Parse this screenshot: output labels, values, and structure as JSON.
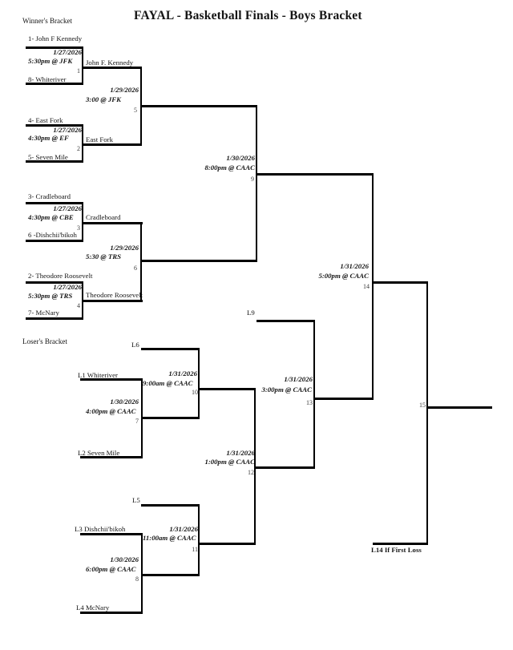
{
  "title": "FAYAL - Basketball Finals - Boys Bracket",
  "sections": {
    "winners": "Winner's Bracket",
    "losers": "Loser's Bracket"
  },
  "games": {
    "g1": {
      "num": "1",
      "date": "1/27/2026",
      "time": "5:30pm @ JFK",
      "top": "1- John F Kennedy",
      "bottom": "8- Whiteriver",
      "winner": "John F. Kennedy"
    },
    "g2": {
      "num": "2",
      "date": "1/27/2026",
      "time": "4:30pm @ EF",
      "top": "4- East Fork",
      "bottom": "5- Seven Mile",
      "winner": "East Fork"
    },
    "g3": {
      "num": "3",
      "date": "1/27/2026",
      "time": "4:30pm @ CBE",
      "top": "3- Cradleboard",
      "bottom": "6 -Dishchii'bikoh",
      "winner": "Cradleboard"
    },
    "g4": {
      "num": "4",
      "date": "1/27/2026",
      "time": "5:30pm @ TRS",
      "top": "2- Theodore Roosevelt",
      "bottom": "7- McNary",
      "winner": "Theodore Roosevelt"
    },
    "g5": {
      "num": "5",
      "date": "1/29/2026",
      "time": "3:00 @ JFK"
    },
    "g6": {
      "num": "6",
      "date": "1/29/2026",
      "time": "5:30 @ TRS"
    },
    "g7": {
      "num": "7",
      "date": "1/30/2026",
      "time": "4:00pm @ CAAC",
      "top": "L1 Whiteriver",
      "bottom": "L2 Seven Mile"
    },
    "g8": {
      "num": "8",
      "date": "1/30/2026",
      "time": "6:00pm @ CAAC",
      "top": "L3 Dishchii'bikoh",
      "bottom": "L4 McNary"
    },
    "g9": {
      "num": "9",
      "date": "1/30/2026",
      "time": "8:00pm @ CAAC"
    },
    "g10": {
      "num": "10",
      "date": "1/31/2026",
      "time": "9:00am @ CAAC",
      "top": "L6"
    },
    "g11": {
      "num": "11",
      "date": "1/31/2026",
      "time": "11:00am @ CAAC",
      "top": "L5"
    },
    "g12": {
      "num": "12",
      "date": "1/31/2026",
      "time": "1:00pm @ CAAC"
    },
    "g13": {
      "num": "13",
      "date": "1/31/2026",
      "time": "3:00pm @ CAAC",
      "top": "L9"
    },
    "g14": {
      "num": "14",
      "date": "1/31/2026",
      "time": "5:00pm @ CAAC"
    },
    "g15": {
      "num": "15",
      "bottom": "L14 If First Loss"
    }
  },
  "colors": {
    "line": "#000000",
    "text": "#141414"
  }
}
